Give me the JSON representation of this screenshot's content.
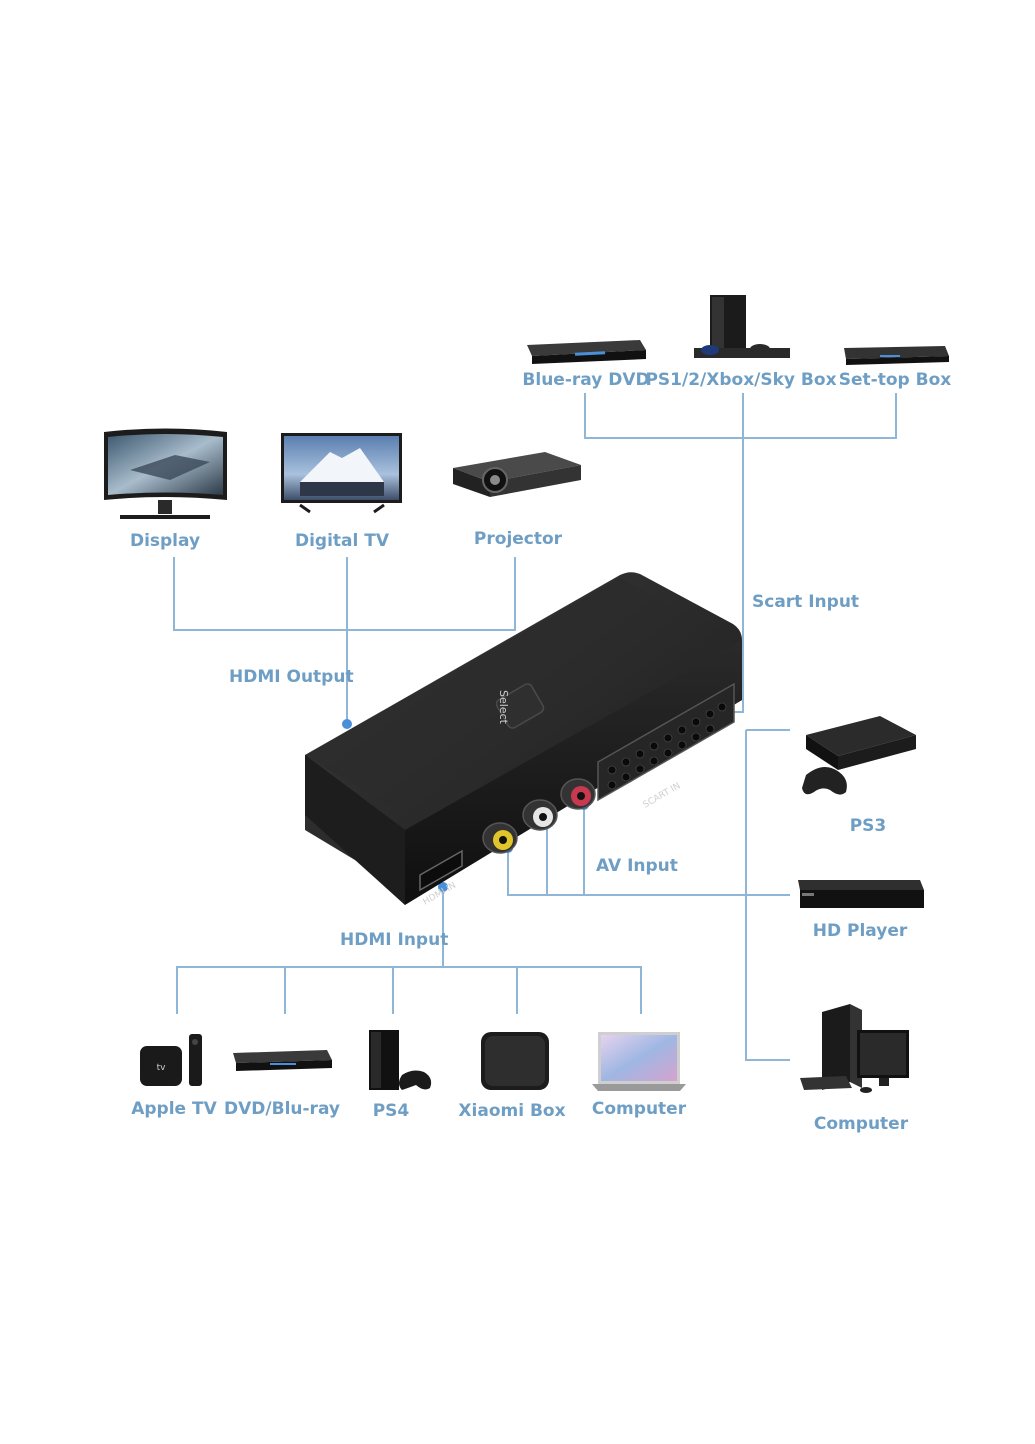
{
  "diagram": {
    "line_color": "#8fb6d6",
    "label_color": "#6f9ec4",
    "connector_labels": {
      "hdmi_output": "HDMI Output",
      "scart_input": "Scart Input",
      "av_input": "AV Input",
      "hdmi_input": "HDMI Input"
    },
    "device_markings": {
      "select": "Select",
      "hdmi_in": "HDMI IN",
      "scart_in": "SCART IN"
    },
    "outputs": [
      {
        "label": "Display",
        "icon": "monitor-icon"
      },
      {
        "label": "Digital TV",
        "icon": "tv-icon"
      },
      {
        "label": "Projector",
        "icon": "projector-icon"
      }
    ],
    "scart_sources": [
      {
        "label": "Blue-ray DVD",
        "icon": "bluray-player-icon"
      },
      {
        "label": "PS1/2/Xbox/Sky Box",
        "icon": "game-console-icon"
      },
      {
        "label": "Set-top Box",
        "icon": "settop-box-icon"
      }
    ],
    "av_sources": [
      {
        "label": "PS3",
        "icon": "ps3-console-icon"
      },
      {
        "label": "HD Player",
        "icon": "hd-player-icon"
      },
      {
        "label": "Computer",
        "icon": "desktop-computer-icon"
      }
    ],
    "hdmi_sources": [
      {
        "label": "Apple TV",
        "icon": "apple-tv-icon"
      },
      {
        "label": "DVD/Blu-ray",
        "icon": "dvd-player-icon"
      },
      {
        "label": "PS4",
        "icon": "ps4-console-icon"
      },
      {
        "label": "Xiaomi Box",
        "icon": "xiaomi-box-icon"
      },
      {
        "label": "Computer",
        "icon": "laptop-icon"
      }
    ]
  }
}
